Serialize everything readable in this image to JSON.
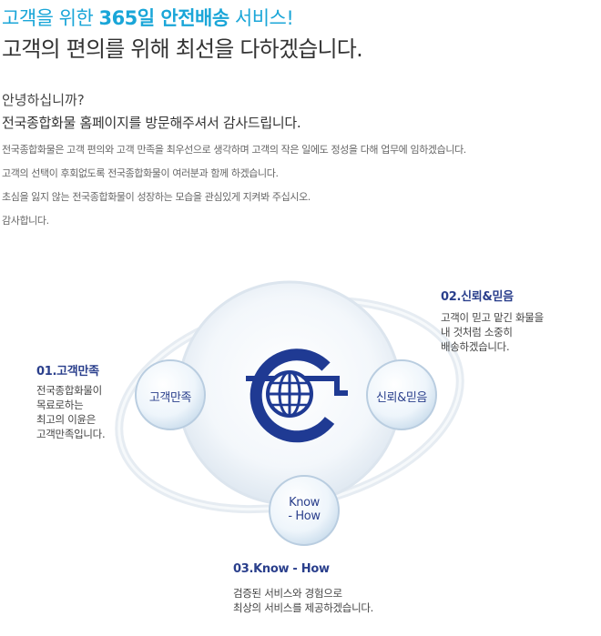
{
  "headline": {
    "line1_prefix": "고객을 위한 ",
    "line1_bold": "365일 안전배송",
    "line1_suffix": " 서비스!",
    "line2": "고객의 편의를 위해 최선을 다하겠습니다."
  },
  "greeting": {
    "line1": "안녕하십니까?",
    "line2": "전국종합화물 홈페이지를 방문해주셔서 감사드립니다."
  },
  "body": [
    "전국종합화물은 고객 편의와 고객 만족을 최우선으로 생각하며 고객의 작은 일에도 정성을 다해 업무에 임하겠습니다.",
    "고객의 선택이 후회없도록 전국종합화물이 여러분과 함께 하겠습니다.",
    "초심을 잃지 않는 전국종합화물이 성장하는 모습을 관심있게 지켜봐 주십시오.",
    "감사합니다."
  ],
  "diagram": {
    "nodes": {
      "left": "고객만족",
      "right": "신뢰&믿음",
      "bottom_line1": "Know",
      "bottom_line2": "- How"
    },
    "items": {
      "left": {
        "title": "01.고객만족",
        "lines": [
          "전국종합화물이",
          "목료로하는",
          "최고의 이윤은",
          "고객만족입니다."
        ]
      },
      "right": {
        "title": "02.신뢰&믿음",
        "lines": [
          "고객이 믿고 맡긴 화물을",
          "내 것처럼 소중히",
          "배송하겠습니다."
        ]
      },
      "bottom": {
        "title": "03.Know - How",
        "lines": [
          "검증된 서비스와 경험으로",
          "최상의 서비스를 제공하겠습니다."
        ]
      }
    }
  },
  "colors": {
    "accent": "#1aa6d8",
    "navy": "#2a3f8c",
    "logo": "#1f3a93"
  }
}
